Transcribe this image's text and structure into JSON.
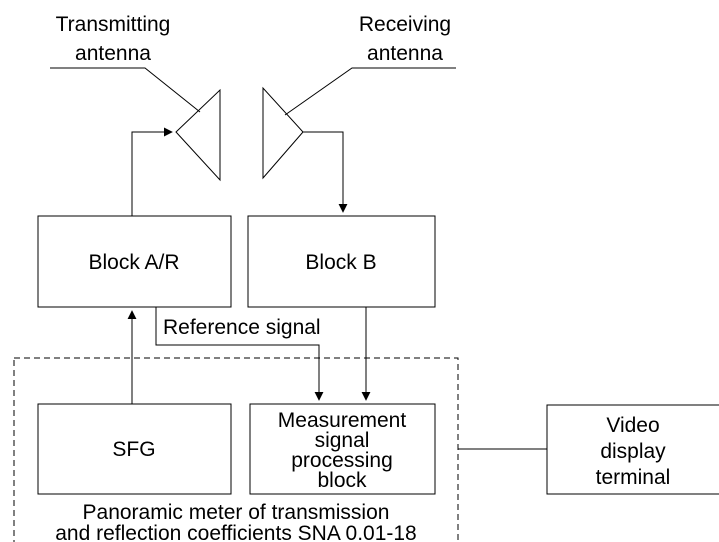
{
  "antennas": {
    "transmitting": {
      "line1": "Transmitting",
      "line2": "antenna"
    },
    "receiving": {
      "line1": "Receiving",
      "line2": "antenna"
    }
  },
  "blocks": {
    "block_ar": "Block A/R",
    "block_b": "Block B",
    "sfg": "SFG",
    "measurement": [
      "Measurement",
      "signal",
      "processing",
      "block"
    ],
    "video": [
      "Video",
      "display",
      "terminal"
    ]
  },
  "signals": {
    "reference": "Reference signal"
  },
  "meter": {
    "line1": "Panoramic meter of transmission",
    "line2": "and reflection coefficients SNA 0.01-18"
  }
}
